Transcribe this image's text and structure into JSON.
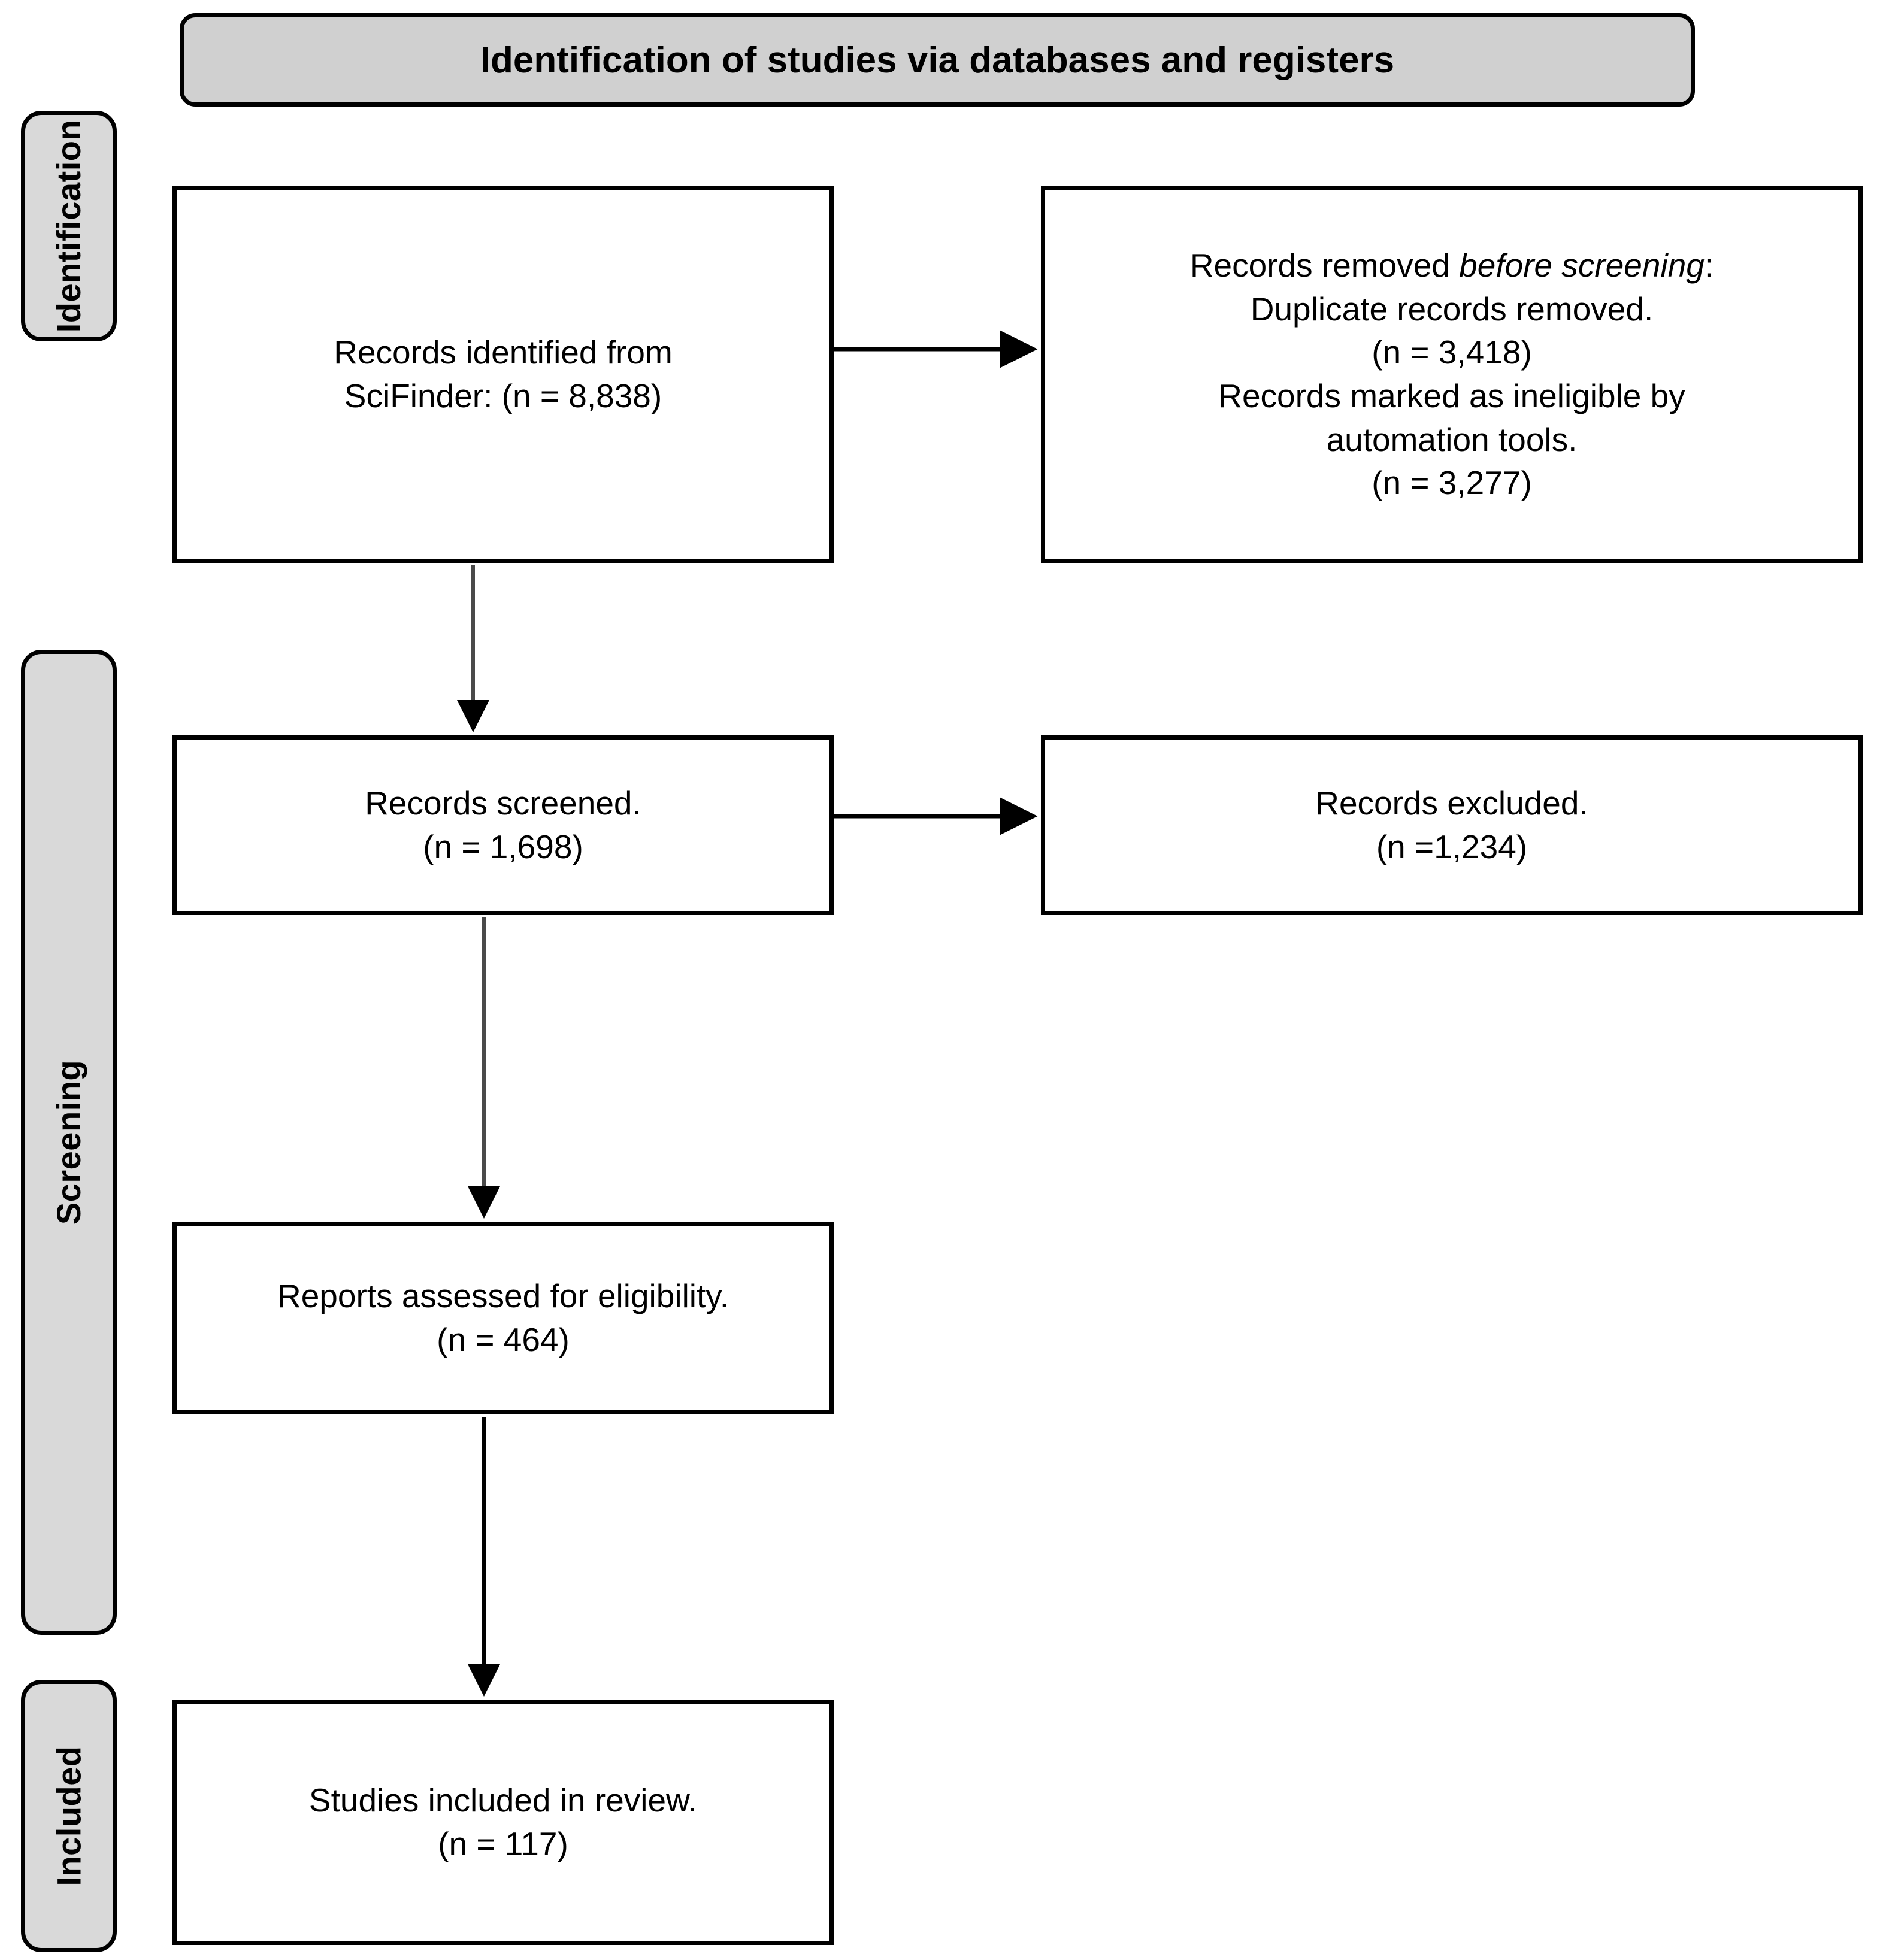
{
  "header": {
    "title": "Identification of studies via databases and registers"
  },
  "stages": [
    {
      "label": "Identification"
    },
    {
      "label": "Screening"
    },
    {
      "label": "Included"
    }
  ],
  "boxes": {
    "identified": {
      "line1": "Records identified from",
      "line2": "SciFinder: (n = 8,838)"
    },
    "removed": {
      "line1_prefix": "Records removed ",
      "line1_italic": "before screening",
      "line1_suffix": ":",
      "line2": "Duplicate records removed.",
      "line3": "(n = 3,418)",
      "line4": "Records marked as ineligible by",
      "line5": "automation tools.",
      "line6": "(n = 3,277)"
    },
    "screened": {
      "line1": "Records screened.",
      "line2": "(n = 1,698)"
    },
    "excluded": {
      "line1": "Records excluded.",
      "line2": "(n =1,234)"
    },
    "eligibility": {
      "line1": "Reports assessed for eligibility.",
      "line2": "(n = 464)"
    },
    "included": {
      "line1": "Studies included in review.",
      "line2": "(n = 117)"
    }
  },
  "colors": {
    "banner_fill": "#d0d0d0",
    "pill_fill": "#d9d9d9",
    "stroke": "#000000",
    "box_fill": "#ffffff",
    "connector_grey": "#595959"
  },
  "chart_data": {
    "type": "diagram",
    "title": "Identification of studies via databases and registers",
    "nodes": [
      {
        "id": "identified",
        "stage": "Identification",
        "label": "Records identified from SciFinder",
        "n": 8838
      },
      {
        "id": "removed_duplicates",
        "stage": "Identification",
        "label": "Duplicate records removed",
        "n": 3418
      },
      {
        "id": "removed_automation",
        "stage": "Identification",
        "label": "Records marked as ineligible by automation tools",
        "n": 3277
      },
      {
        "id": "screened",
        "stage": "Screening",
        "label": "Records screened",
        "n": 1698
      },
      {
        "id": "excluded",
        "stage": "Screening",
        "label": "Records excluded",
        "n": 1234
      },
      {
        "id": "eligibility",
        "stage": "Screening",
        "label": "Reports assessed for eligibility",
        "n": 464
      },
      {
        "id": "included",
        "stage": "Included",
        "label": "Studies included in review",
        "n": 117
      }
    ],
    "edges": [
      {
        "from": "identified",
        "to": "removed_duplicates",
        "direction": "right"
      },
      {
        "from": "identified",
        "to": "screened",
        "direction": "down"
      },
      {
        "from": "screened",
        "to": "excluded",
        "direction": "right"
      },
      {
        "from": "screened",
        "to": "eligibility",
        "direction": "down"
      },
      {
        "from": "eligibility",
        "to": "included",
        "direction": "down"
      }
    ]
  }
}
